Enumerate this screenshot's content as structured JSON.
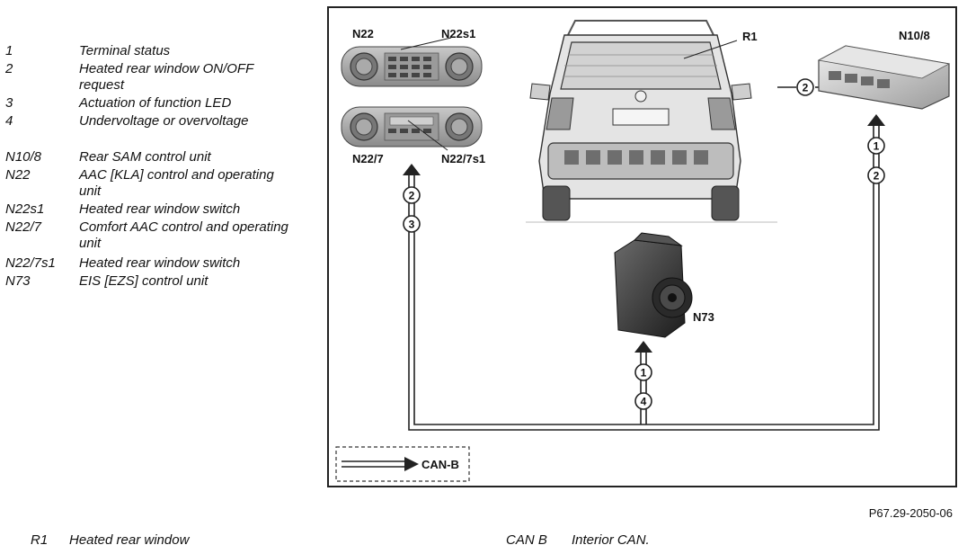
{
  "legend": [
    {
      "key": "1",
      "text": "Terminal status"
    },
    {
      "key": "2",
      "text": "Heated rear window ON/OFF request"
    },
    {
      "key": "3",
      "text": "Actuation of function LED"
    },
    {
      "key": "4",
      "text": "Undervoltage or overvoltage"
    },
    {
      "key": "N10/8",
      "text": "Rear SAM control unit"
    },
    {
      "key": "N22",
      "text": "AAC [KLA] control and operating unit"
    },
    {
      "key": "N22s1",
      "text": "Heated rear window switch"
    },
    {
      "key": "N22/7",
      "text": "Comfort AAC control and operating unit"
    },
    {
      "key": "N22/7s1",
      "text": "Heated rear window switch"
    },
    {
      "key": "N73",
      "text": "EIS [EZS] control unit"
    }
  ],
  "diagram": {
    "labels": {
      "n22": "N22",
      "n22s1": "N22s1",
      "n22_7": "N22/7",
      "n22_7s1": "N22/7s1",
      "r1": "R1",
      "n10_8": "N10/8",
      "n73": "N73",
      "can_b": "CAN-B"
    },
    "signals": {
      "left_1": "2",
      "left_2": "3",
      "right_1": "1",
      "right_2": "2",
      "bottom_1": "1",
      "bottom_2": "4",
      "to_r1": "2"
    }
  },
  "reference": "P67.29-2050-06",
  "footer": {
    "r1_key": "R1",
    "r1_text": "Heated rear window",
    "can_key": "CAN B",
    "can_text": "Interior CAN."
  }
}
